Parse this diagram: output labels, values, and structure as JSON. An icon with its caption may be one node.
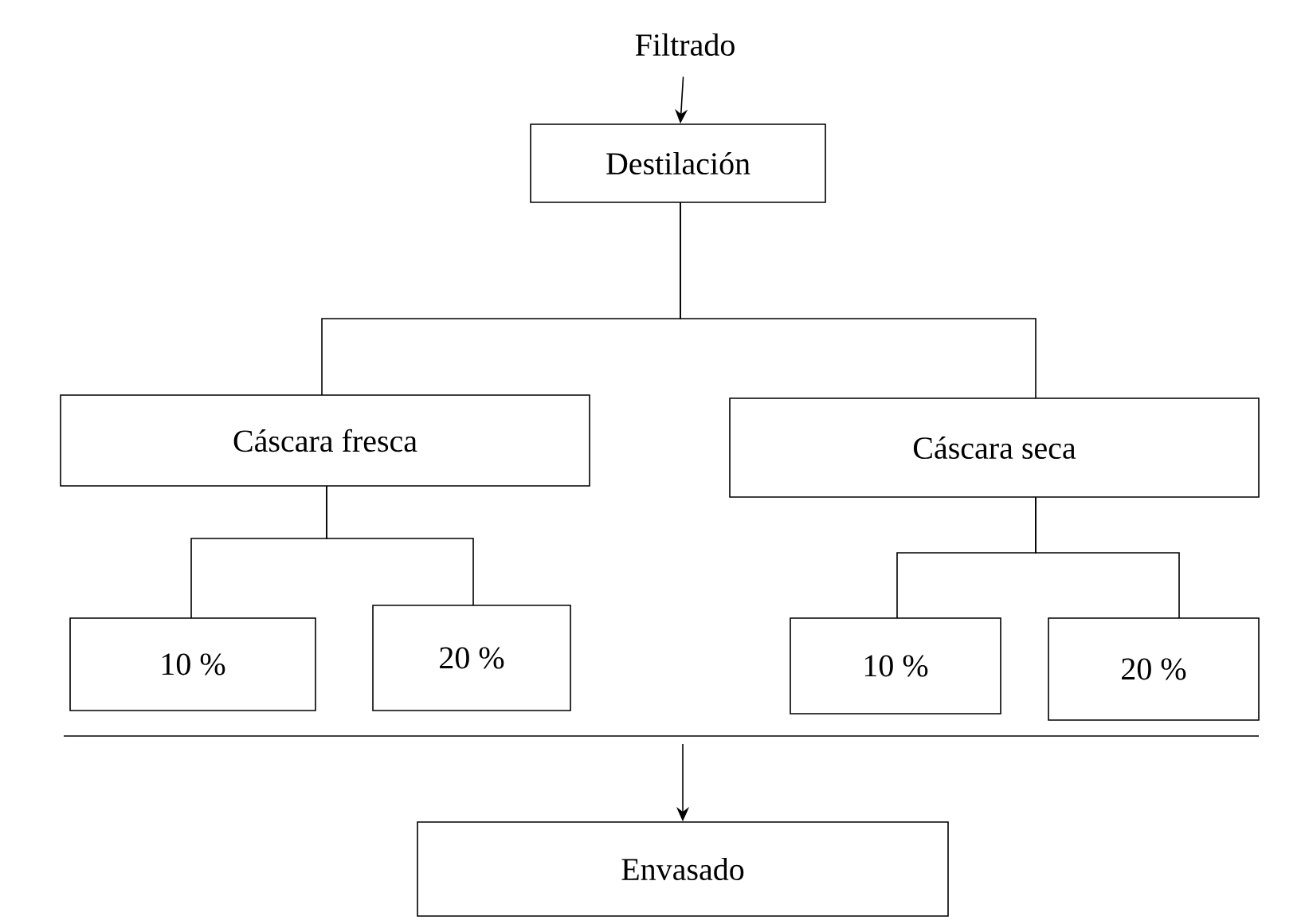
{
  "diagram": {
    "nodes": [
      {
        "text": [
          "Filtrado"
        ]
      },
      {
        "text": [
          "Destilación"
        ]
      },
      {
        "text": [
          "Cáscara fresca"
        ]
      },
      {
        "text": [
          "Cáscara seca"
        ]
      },
      {
        "text": [
          "10 %"
        ]
      },
      {
        "text": [
          "20 %"
        ]
      },
      {
        "text": [
          "10 %"
        ]
      },
      {
        "text": [
          "20 %"
        ]
      },
      {
        "text": [
          "Envasado"
        ]
      }
    ],
    "edges": [
      {
        "from": 0,
        "to": 1,
        "arrow": "to"
      },
      {
        "from": 1,
        "to": 2,
        "arrow": "none"
      },
      {
        "from": 1,
        "to": 3,
        "arrow": "none"
      },
      {
        "from": 2,
        "to": 4,
        "arrow": "none"
      },
      {
        "from": 2,
        "to": 5,
        "arrow": "none"
      },
      {
        "from": 3,
        "to": 6,
        "arrow": "none"
      },
      {
        "from": 3,
        "to": 7,
        "arrow": "none"
      },
      {
        "from": null,
        "to": 8,
        "arrow": "to"
      }
    ]
  }
}
